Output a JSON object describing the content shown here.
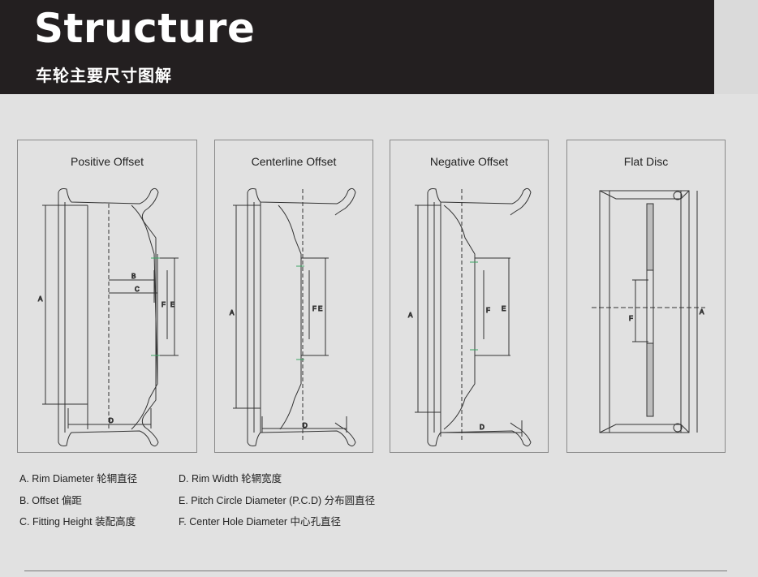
{
  "header": {
    "title": "Structure",
    "subtitle": "车轮主要尺寸图解"
  },
  "panels": [
    {
      "title": "Positive Offset"
    },
    {
      "title": "Centerline Offset"
    },
    {
      "title": "Negative Offset"
    },
    {
      "title": "Flat Disc"
    }
  ],
  "dim_labels": {
    "a": "A",
    "b": "B",
    "c": "C",
    "d": "D",
    "e": "E",
    "f": "F"
  },
  "legend": [
    {
      "text": "A.  Rim Diameter 轮辋直径"
    },
    {
      "text": "B.  Offset 偏距"
    },
    {
      "text": "C.  Fitting Height 装配高度"
    },
    {
      "text": "D.  Rim Width  轮辋宽度"
    },
    {
      "text": "E.  Pitch Circle Diameter (P.C.D) 分布圆直径"
    },
    {
      "text": "F.   Center Hole Diameter  中心孔直径"
    }
  ],
  "colors": {
    "header_bg": "#231f20",
    "background": "#e1e1e1",
    "line": "#333333",
    "accent": "#3aa564"
  }
}
